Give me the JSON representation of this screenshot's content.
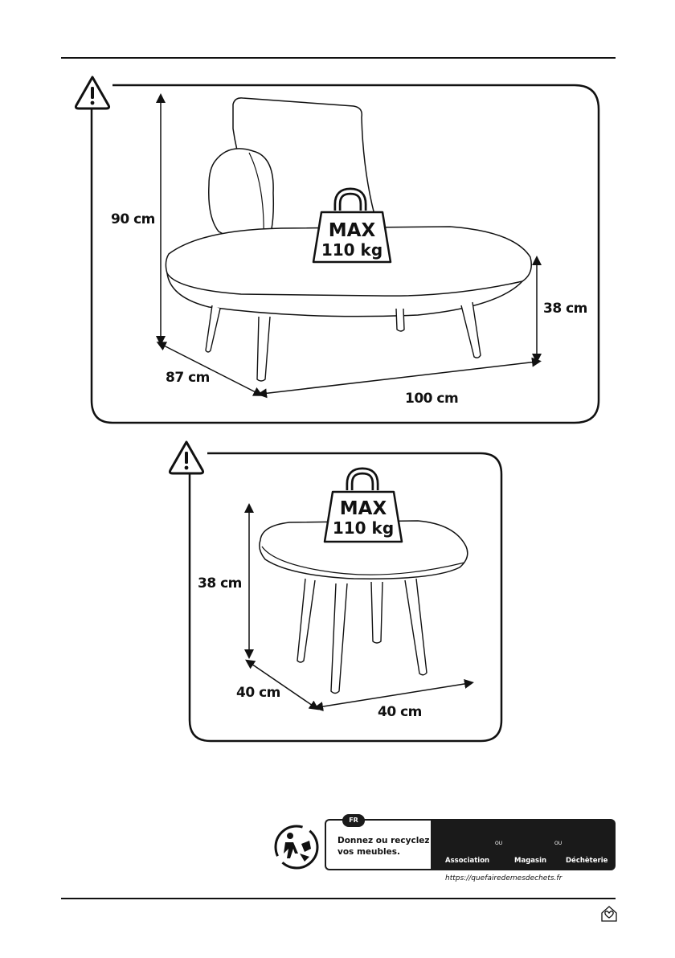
{
  "sofa": {
    "height": "90 cm",
    "seat_height": "38 cm",
    "depth": "87 cm",
    "width": "100 cm",
    "max_line1": "MAX",
    "max_line2": "110 kg"
  },
  "stool": {
    "height": "38 cm",
    "depth": "40 cm",
    "width": "40 cm",
    "max_line1": "MAX",
    "max_line2": "110 kg"
  },
  "recycling": {
    "badge": "FR",
    "message_line1": "Donnez ou recyclez",
    "message_line2": "vos meubles.",
    "ou1": "OU",
    "ou2": "OU",
    "options": [
      "Association",
      "Magasin",
      "Déchèterie"
    ],
    "url": "https://quefairedemesdechets.fr"
  },
  "icons": {
    "warning": "warning-triangle-icon",
    "weight": "weight-icon",
    "triman": "triman-icon",
    "heart_hand": "heart-hand-icon",
    "shop": "shop-icon",
    "recycling_center": "recycling-center-icon",
    "house": "house-heart-icon"
  }
}
